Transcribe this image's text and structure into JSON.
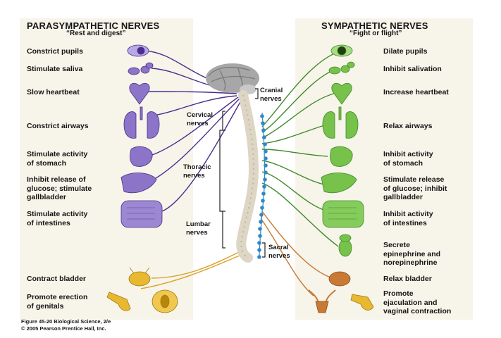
{
  "parasympathetic": {
    "title": "PARASYMPATHETIC NERVES",
    "subtitle": "“Rest and digest”",
    "labels": [
      "Constrict pupils",
      "Stimulate saliva",
      "Slow heartbeat",
      "Constrict airways",
      "Stimulate activity\nof stomach",
      "Inhibit release of\nglucose; stimulate\ngallbladder",
      "Stimulate activity\nof intestines",
      "Contract bladder",
      "Promote erection\nof genitals"
    ]
  },
  "sympathetic": {
    "title": "SYMPATHETIC NERVES",
    "subtitle": "“Fight or flight”",
    "labels": [
      "Dilate pupils",
      "Inhibit salivation",
      "Increase heartbeat",
      "Relax airways",
      "Inhibit activity\nof stomach",
      "Stimulate release\nof glucose; inhibit\ngallbladder",
      "Inhibit activity\nof intestines",
      "Secrete\nepinephrine and\nnorepinephrine",
      "Relax bladder",
      "Promote\nejaculation and\nvaginal contraction"
    ]
  },
  "nerve_regions": {
    "cranial": "Cranial\nnerves",
    "cervical": "Cervical\nnerves",
    "thoracic": "Thoracic\nnerves",
    "lumbar": "Lumbar\nnerves",
    "sacral": "Sacral\nnerves"
  },
  "caption": "Figure 45-20  Biological Science, 2/e\n© 2005 Pearson Prentice Hall, Inc.",
  "colors": {
    "parasympathetic_organ": "#8c74c8",
    "parasympathetic_nerve": "#4a2e8f",
    "sympathetic_organ": "#76c24a",
    "sympathetic_nerve": "#3f8a2a",
    "sacral_organ": "#e8b830",
    "sacral_nerve": "#d9a12a",
    "sympathetic_chain": "#2f88c8",
    "panel_background": "#f7f4ea"
  }
}
